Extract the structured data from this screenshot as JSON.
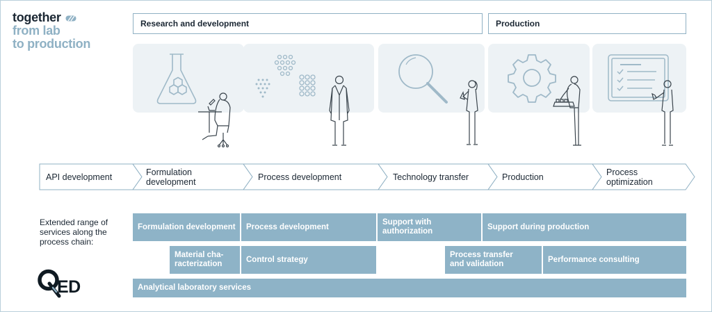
{
  "tagline": {
    "line1": "together",
    "line2": "from lab",
    "line3": "to production"
  },
  "phases": [
    {
      "label": "Research and development"
    },
    {
      "label": "Production"
    }
  ],
  "illustrations": [
    "flask-scientist",
    "molecules-researcher",
    "magnifier-analyst",
    "gear-operator",
    "checklist-screen-worker"
  ],
  "steps": [
    {
      "label": "API development"
    },
    {
      "label": "Formulation development"
    },
    {
      "label": "Process development"
    },
    {
      "label": "Technology transfer"
    },
    {
      "label": "Production"
    },
    {
      "label": "Process optimization"
    }
  ],
  "extended": {
    "label": "Extended range of services along the process chain:",
    "services": [
      "Formulation development",
      "Process development",
      "Support with authorization",
      "Support during production",
      "Material cha-racterization",
      "Control strategy",
      "Process transfer and validation",
      "Performance consulting",
      "Analytical laboratory services"
    ]
  },
  "logo": {
    "text": "ED"
  },
  "colors": {
    "accent": "#8eb3c7",
    "tile_bg": "#edf2f5",
    "line": "#8fb0c3",
    "text": "#1b2733"
  }
}
